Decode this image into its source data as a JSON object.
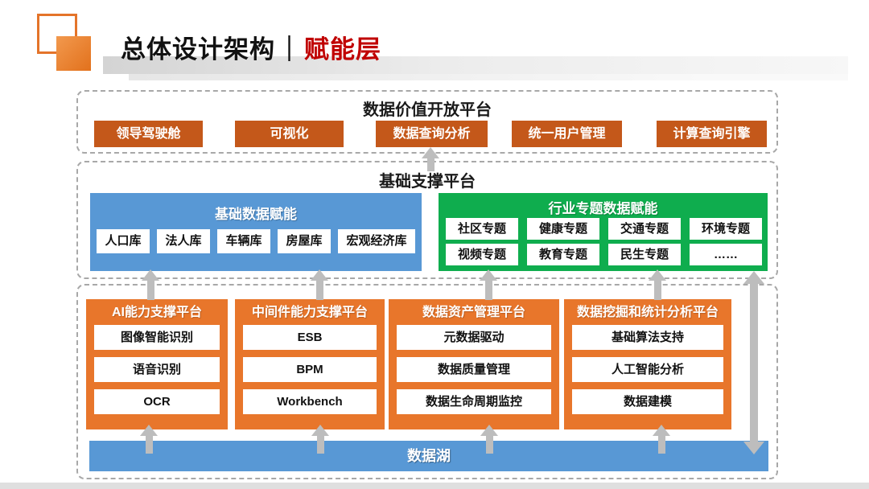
{
  "header": {
    "title": "总体设计架构",
    "separator": "｜",
    "subtitle": "赋能层"
  },
  "colors": {
    "accent_orange_dark": "#C4581A",
    "accent_orange": "#E8762B",
    "accent_blue": "#5898D5",
    "accent_green": "#0FAD4E",
    "subtitle_red": "#C00000",
    "arrow_gray": "#BDBDBD"
  },
  "open_platform": {
    "title": "数据价值开放平台",
    "items": [
      "领导驾驶舱",
      "可视化",
      "数据查询分析",
      "统一用户管理",
      "计算查询引擎"
    ]
  },
  "support_platform": {
    "title": "基础支撑平台",
    "basic": {
      "title": "基础数据赋能",
      "items": [
        "人口库",
        "法人库",
        "车辆库",
        "房屋库",
        "宏观经济库"
      ]
    },
    "industry": {
      "title": "行业专题数据赋能",
      "rows": [
        [
          "社区专题",
          "健康专题",
          "交通专题",
          "环境专题"
        ],
        [
          "视频专题",
          "教育专题",
          "民生专题",
          "……"
        ]
      ]
    }
  },
  "platforms": [
    {
      "title": "AI能力支撑平台",
      "items": [
        "图像智能识别",
        "语音识别",
        "OCR"
      ]
    },
    {
      "title": "中间件能力支撑平台",
      "items": [
        "ESB",
        "BPM",
        "Workbench"
      ]
    },
    {
      "title": "数据资产管理平台",
      "items": [
        "元数据驱动",
        "数据质量管理",
        "数据生命周期监控"
      ]
    },
    {
      "title": "数据挖掘和统计分析平台",
      "items": [
        "基础算法支持",
        "人工智能分析",
        "数据建模"
      ]
    }
  ],
  "data_lake": {
    "label": "数据湖"
  }
}
